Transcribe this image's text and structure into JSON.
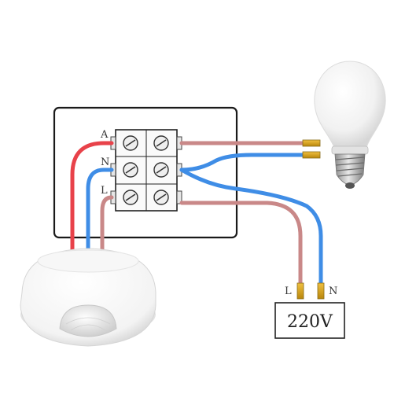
{
  "terminal_labels": {
    "a": "A",
    "n": "N",
    "l": "L"
  },
  "mains_labels": {
    "l": "L",
    "n": "N"
  },
  "voltage": "220V",
  "colors": {
    "live_red": "#e8424a",
    "neutral_blue": "#3f8de6",
    "load_brown": "#c98888"
  },
  "icons": {
    "bulb": "led-bulb-icon",
    "sensor": "motion-sensor-icon",
    "terminal_block": "terminal-block-icon"
  }
}
